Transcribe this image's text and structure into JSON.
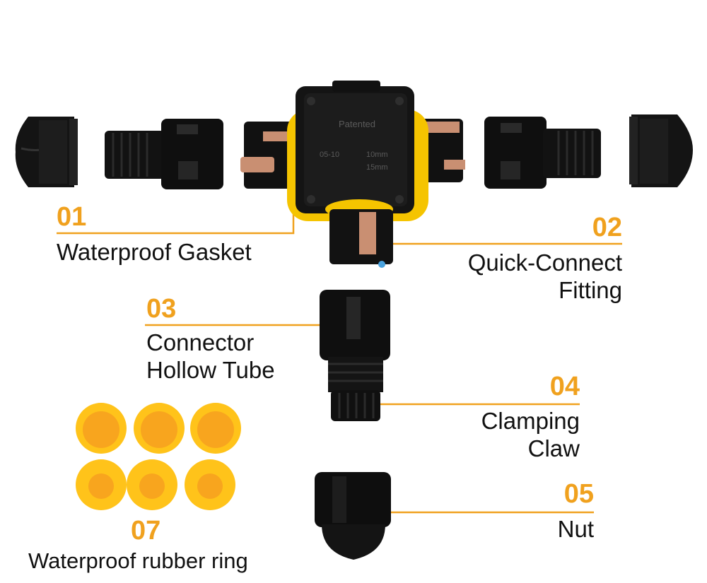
{
  "colors": {
    "accent": "#f0a11e",
    "gasket": "#f5c400",
    "body": "#151515",
    "copper": "#c98f72",
    "ring_outer": "#ffc31a",
    "ring_inner": "#f8a51e"
  },
  "callouts": [
    {
      "num": "01",
      "lines": [
        "Waterproof Gasket"
      ]
    },
    {
      "num": "02",
      "lines": [
        "Quick-Connect",
        "Fitting"
      ]
    },
    {
      "num": "03",
      "lines": [
        "Connector",
        "Hollow Tube"
      ]
    },
    {
      "num": "04",
      "lines": [
        "Clamping",
        "Claw"
      ]
    },
    {
      "num": "05",
      "lines": [
        "Nut"
      ]
    },
    {
      "num": "07",
      "lines": [
        "Waterproof rubber ring"
      ]
    }
  ],
  "connector_marks": {
    "body_text": "Patented",
    "spec_1": "05-10",
    "spec_2": "10mm",
    "spec_3": "15mm"
  }
}
